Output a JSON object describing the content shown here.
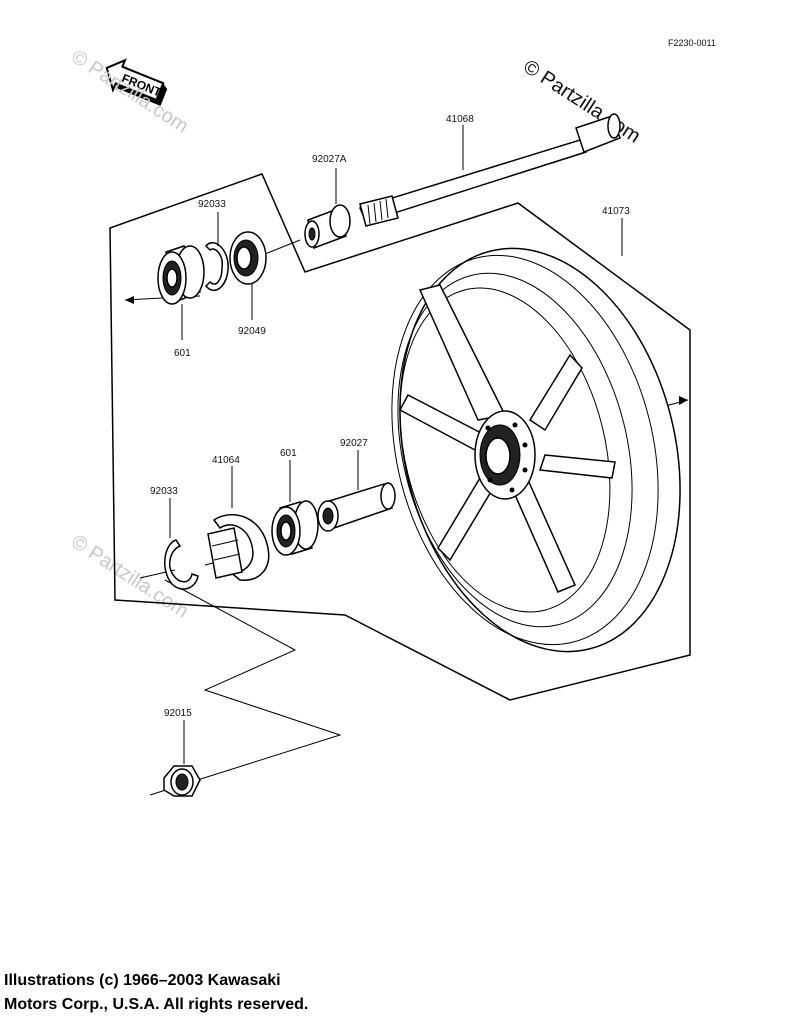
{
  "diagram": {
    "figure_code": "F2230-0011",
    "front_label": "FRONT",
    "watermark": "© Partzilla.com",
    "parts": {
      "axle": "41068",
      "collar_a": "92027A",
      "wheel": "41073",
      "circlip_top": "92033",
      "seal_top": "92049",
      "bearing_top": "601",
      "circlip_bottom": "92033",
      "gear_housing": "41064",
      "bearing_bottom": "601",
      "collar": "92027",
      "nut": "92015"
    },
    "copyright_line1": "Illustrations (c) 1966–2003 Kawasaki",
    "copyright_line2": "Motors Corp., U.S.A.  All rights reserved."
  }
}
